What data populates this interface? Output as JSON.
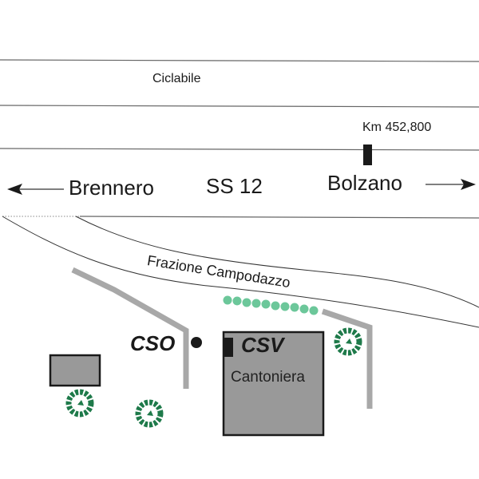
{
  "map": {
    "labels": {
      "bike_path": "Ciclabile",
      "km_marker": "Km 452,800",
      "direction_north": "Brennero",
      "road_name": "SS 12",
      "direction_south": "Bolzano",
      "hamlet_road": "Frazione Campodazzo",
      "cso": "CSO",
      "csv": "CSV",
      "building": "Cantoniera"
    },
    "icons": {
      "left_arrow": "arrow-left",
      "right_arrow": "arrow-right",
      "tree": "tree-symbol",
      "hedge": "hedge-row"
    },
    "colors": {
      "line": "#555555",
      "building_fill": "#999999",
      "wall": "#a8a8a8",
      "tree": "#1e7a4a",
      "hedge": "#6cc79a",
      "marker": "#1a1a1a"
    }
  }
}
